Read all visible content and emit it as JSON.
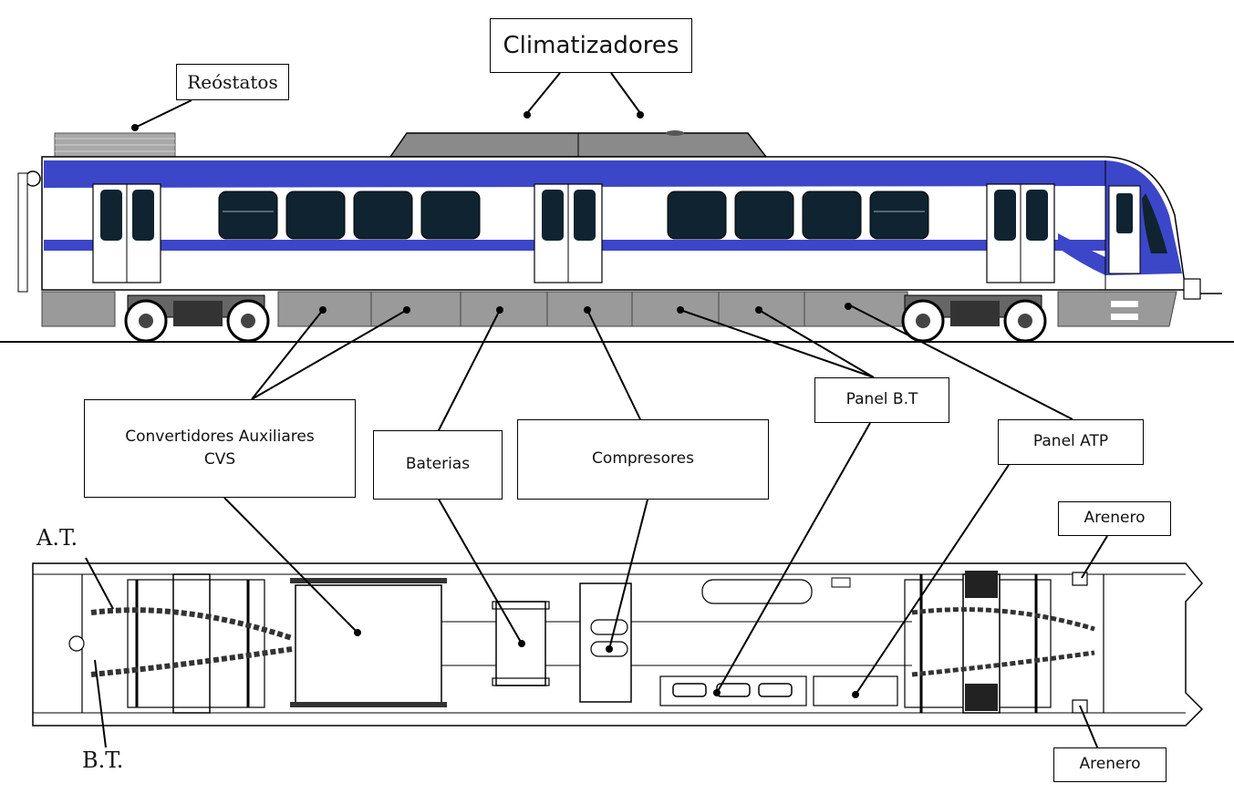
{
  "labels": {
    "climatizadores": "Climatizadores",
    "reostatos": "Reóstatos",
    "convertidores_line1": "Convertidores Auxiliares",
    "convertidores_line2": "CVS",
    "baterias": "Baterias",
    "compresores": "Compresores",
    "panel_bt": "Panel B.T",
    "panel_atp": "Panel ATP",
    "arenero_top": "Arenero",
    "arenero_bottom": "Arenero",
    "at": "A.T.",
    "bt": "B.T."
  },
  "colors": {
    "livery_blue": "#3c46c8",
    "window_dark": "#0f2430",
    "underframe_gray": "#9a9a9a",
    "roof_unit_gray": "#8a8a8a",
    "outline": "#000000"
  }
}
